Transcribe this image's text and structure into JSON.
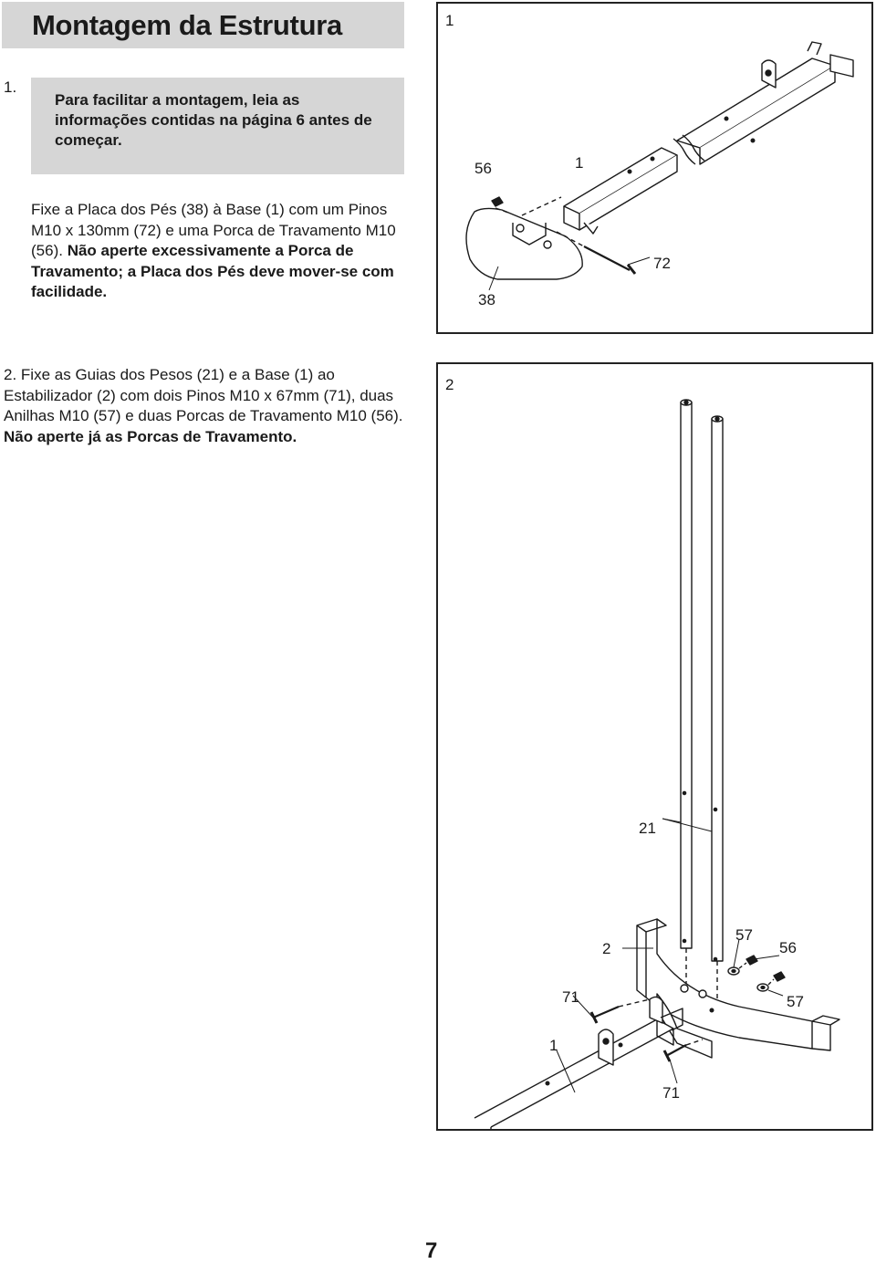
{
  "header": {
    "title": "Montagem da Estrutura"
  },
  "step1": {
    "number": "1.",
    "note": "Para facilitar a montagem, leia as informações contidas na página 6 antes de começar.",
    "text_normal": "Fixe a Placa dos Pés (38) à Base (1) com um Pinos M10 x 130mm (72) e uma Porca de Travamento M10 (56).",
    "text_bold": "Não aperte excessivamente a Porca de Travamento; a Placa dos Pés deve mover-se com facilidade.",
    "figure": {
      "number": "1",
      "callouts": {
        "c56": "56",
        "c1": "1",
        "c72": "72",
        "c38": "38"
      }
    }
  },
  "step2": {
    "number": "2.",
    "text_normal": "Fixe as Guias dos Pesos (21) e a Base (1) ao Estabilizador (2) com dois Pinos M10 x 67mm (71), duas Anilhas M10 (57) e duas Porcas de Travamento M10 (56).",
    "text_bold": "Não aperte já as Porcas de Travamento.",
    "figure": {
      "number": "2",
      "callouts": {
        "c21": "21",
        "c2": "2",
        "c57a": "57",
        "c56": "56",
        "c71a": "71",
        "c57b": "57",
        "c1": "1",
        "c71b": "71"
      }
    }
  },
  "footer": {
    "page_number": "7"
  }
}
